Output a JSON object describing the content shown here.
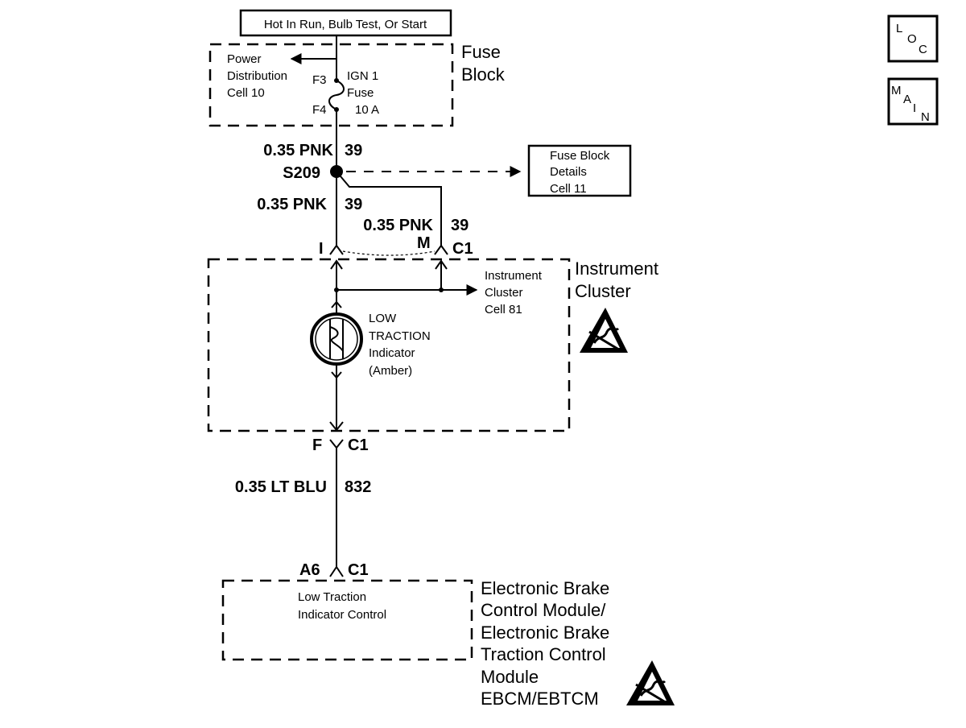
{
  "header": {
    "power_label": "Hot In Run, Bulb Test, Or Start"
  },
  "nav": {
    "loc_letters": [
      "L",
      "O",
      "C"
    ],
    "main_letters": [
      "M",
      "A",
      "I",
      "N"
    ]
  },
  "fuse_block": {
    "title_line1": "Fuse",
    "title_line2": "Block",
    "pdc_line1": "Power",
    "pdc_line2": "Distribution",
    "pdc_line3": "Cell 10",
    "fuse_line1": "IGN 1",
    "fuse_line2": "Fuse",
    "fuse_line3": "10 A",
    "pin_in": "F3",
    "pin_out": "F4"
  },
  "wires": {
    "w1_spec": "0.35 PNK",
    "w1_circuit": "39",
    "w2_spec": "0.35 PNK",
    "w2_circuit": "39",
    "w3_spec": "0.35 PNK",
    "w3_circuit": "39",
    "w4_spec": "0.35 LT BLU",
    "w4_circuit": "832"
  },
  "splice": {
    "id": "S209"
  },
  "fuse_details": {
    "line1": "Fuse Block",
    "line2": "Details",
    "line3": "Cell 11"
  },
  "connectors": {
    "ic_pin_left": "I",
    "ic_pin_right": "M",
    "ic_connector": "C1",
    "ic_bottom_pin": "F",
    "ic_bottom_connector": "C1",
    "ebcm_pin": "A6",
    "ebcm_connector": "C1"
  },
  "instrument_cluster": {
    "title_line1": "Instrument",
    "title_line2": "Cluster",
    "ref_line1": "Instrument",
    "ref_line2": "Cluster",
    "ref_line3": "Cell 81",
    "indicator_line1": "LOW",
    "indicator_line2": "TRACTION",
    "indicator_line3": "Indicator",
    "indicator_line4": "(Amber)"
  },
  "ebcm": {
    "inner_line1": "Low Traction",
    "inner_line2": "Indicator Control",
    "title_line1": "Electronic Brake",
    "title_line2": "Control Module/",
    "title_line3": "Electronic Brake",
    "title_line4": "Traction Control",
    "title_line5": "Module",
    "title_line6": "EBCM/EBTCM"
  }
}
